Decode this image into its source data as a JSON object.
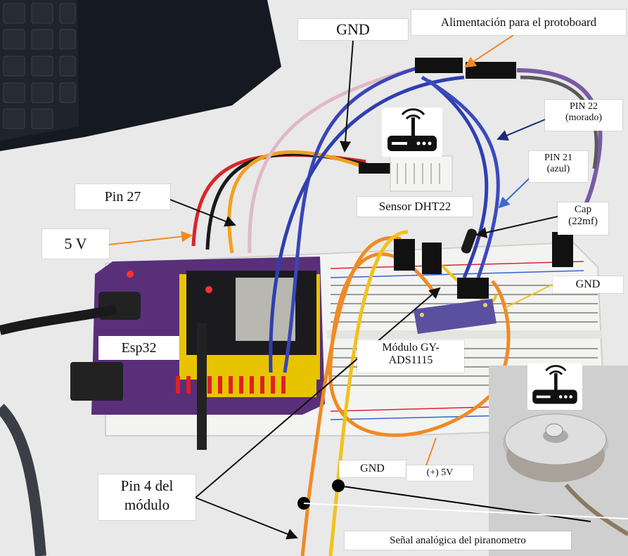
{
  "labels": {
    "gnd_top": "GND",
    "alimentacion": "Alimentación para el protoboard",
    "pin22_line1": "PIN 22",
    "pin22_line2": "(morado)",
    "pin21_line1": "PIN 21",
    "pin21_line2": "(azul)",
    "sensor_dht22": "Sensor DHT22",
    "pin27": "Pin 27",
    "cap_line1": "Cap",
    "cap_line2": "(22mf)",
    "five_v": "5 V",
    "gnd_right": "GND",
    "esp32": "Esp32",
    "modulo_line1": "Módulo GY-",
    "modulo_line2": "ADS1115",
    "gnd_bottom": "GND",
    "plus_5v": "(+) 5V",
    "pin4_line1": "Pin 4 del",
    "pin4_line2": "módulo",
    "senal": "Señal analógica del piranometro"
  },
  "icons": [
    "wifi-router-icon",
    "wifi-router-icon"
  ],
  "colors": {
    "wire_purple": "#7a5aa8",
    "wire_blue": "#2f3fae",
    "wire_orange": "#f08a24",
    "wire_yellow": "#f2c21a",
    "wire_red": "#d8262a",
    "board_purple": "#5a2f7a"
  }
}
